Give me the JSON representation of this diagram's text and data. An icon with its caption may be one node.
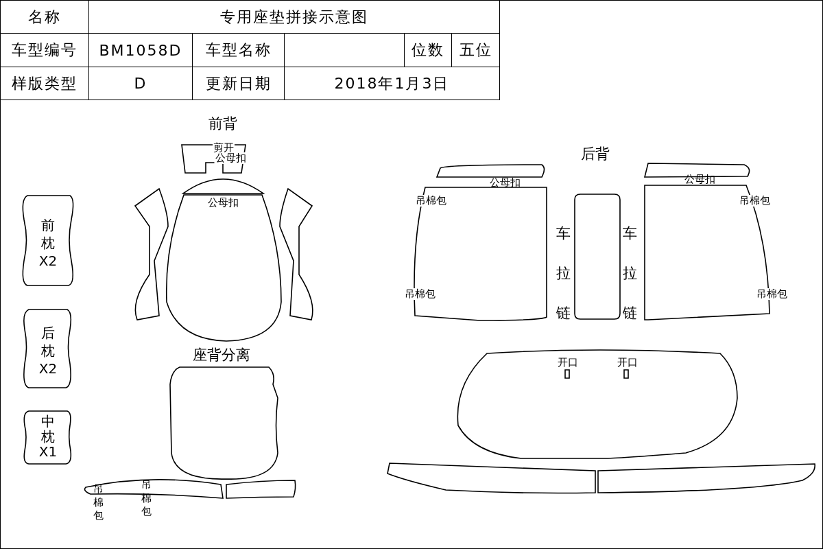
{
  "diagram": {
    "nodes": [
      {
        "text": [
          "剪开",
          "公母扣"
        ]
      },
      {
        "text": [],
        "shape": "box"
      },
      {
        "text": [
          "公母扣"
        ]
      },
      {
        "text": [],
        "shape": "box"
      },
      {
        "text": [],
        "shape": "box"
      },
      {
        "text": [
          "前枕X2"
        ]
      },
      {
        "text": [
          "后枕X2"
        ]
      },
      {
        "text": [
          "中枕X1"
        ]
      },
      {
        "text": [
          "座背分离"
        ]
      },
      {
        "text": [],
        "shape": "box"
      },
      {
        "text": [],
        "shape": "box"
      },
      {
        "text": [],
        "shape": "box"
      },
      {
        "text": [
          "吊棉包",
          "吊棉包"
        ]
      },
      {
        "text": [],
        "shape": "box"
      },
      {
        "text": [],
        "shape": "box"
      },
      {
        "text": [
          "吊棉包",
          "吊棉包"
        ]
      },
      {
        "text": [
          "开口",
          "开口"
        ]
      },
      {
        "text": [],
        "shape": "box"
      },
      {
        "text": [],
        "shape": "box"
      }
    ],
    "labels": [
      "名称",
      "专用座垫拼接示意图",
      "车型编号",
      "BM1058D",
      "车型名称",
      "位数",
      "五位",
      "样版类型",
      "D",
      "更新日期",
      "2018年1月3日",
      "前背",
      "后背",
      "公母扣",
      "公母扣",
      "车拉链",
      "车拉链",
      "吊棉包",
      "吊棉包"
    ]
  }
}
